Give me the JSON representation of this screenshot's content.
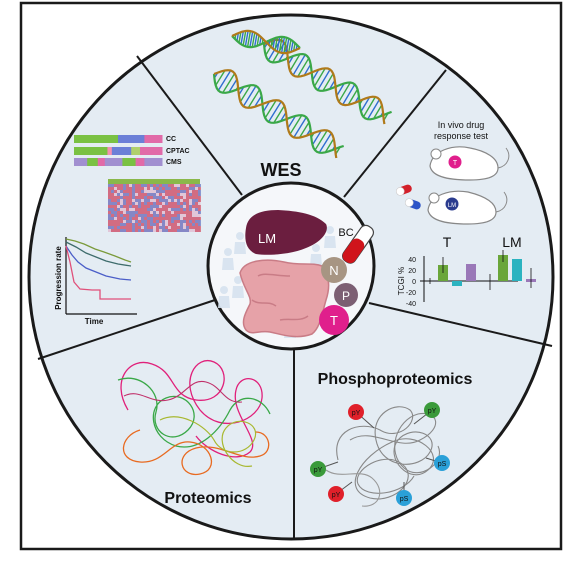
{
  "sections": {
    "wes": "WES",
    "phosphoproteomics": "Phosphoproteomics",
    "proteomics": "Proteomics"
  },
  "clinical": {
    "track_labels": [
      "CC",
      "CPTAC",
      "CMS"
    ],
    "km": {
      "ylabel": "Progression rate",
      "xlabel": "Time"
    }
  },
  "center": {
    "organs": {
      "liver_metastasis": "LM",
      "normal": "N",
      "polyp": "P",
      "tumor": "T"
    },
    "blood_collection": "BC"
  },
  "drug_test": {
    "title_line1": "In vivo drug",
    "title_line2": "response test",
    "mouse_tumor_badge": "T",
    "mouse_lm_badge": "LM",
    "chart": {
      "ylabel": "TCGI %",
      "group_labels": [
        "T",
        "LM"
      ],
      "yticks": [
        "40",
        "20",
        "0",
        "-20",
        "-40"
      ]
    }
  },
  "phospho_nodes": [
    "pY",
    "pY",
    "pY",
    "pY",
    "pS",
    "pS"
  ],
  "colors": {
    "outer_frame": "#1a1a1a",
    "circle_bg": "#e4ecf3",
    "liver": "#6b1e3f",
    "normal_node": "#a79583",
    "polyp_node": "#7c5f73",
    "tumor_node": "#e01f8c",
    "bar_green": "#6aa63a",
    "bar_teal": "#2bb3c0",
    "bar_purple": "#9a78b8",
    "phospho_red": "#e0202a",
    "phospho_green": "#3a9a3a",
    "phospho_blue": "#2aa0d8"
  }
}
